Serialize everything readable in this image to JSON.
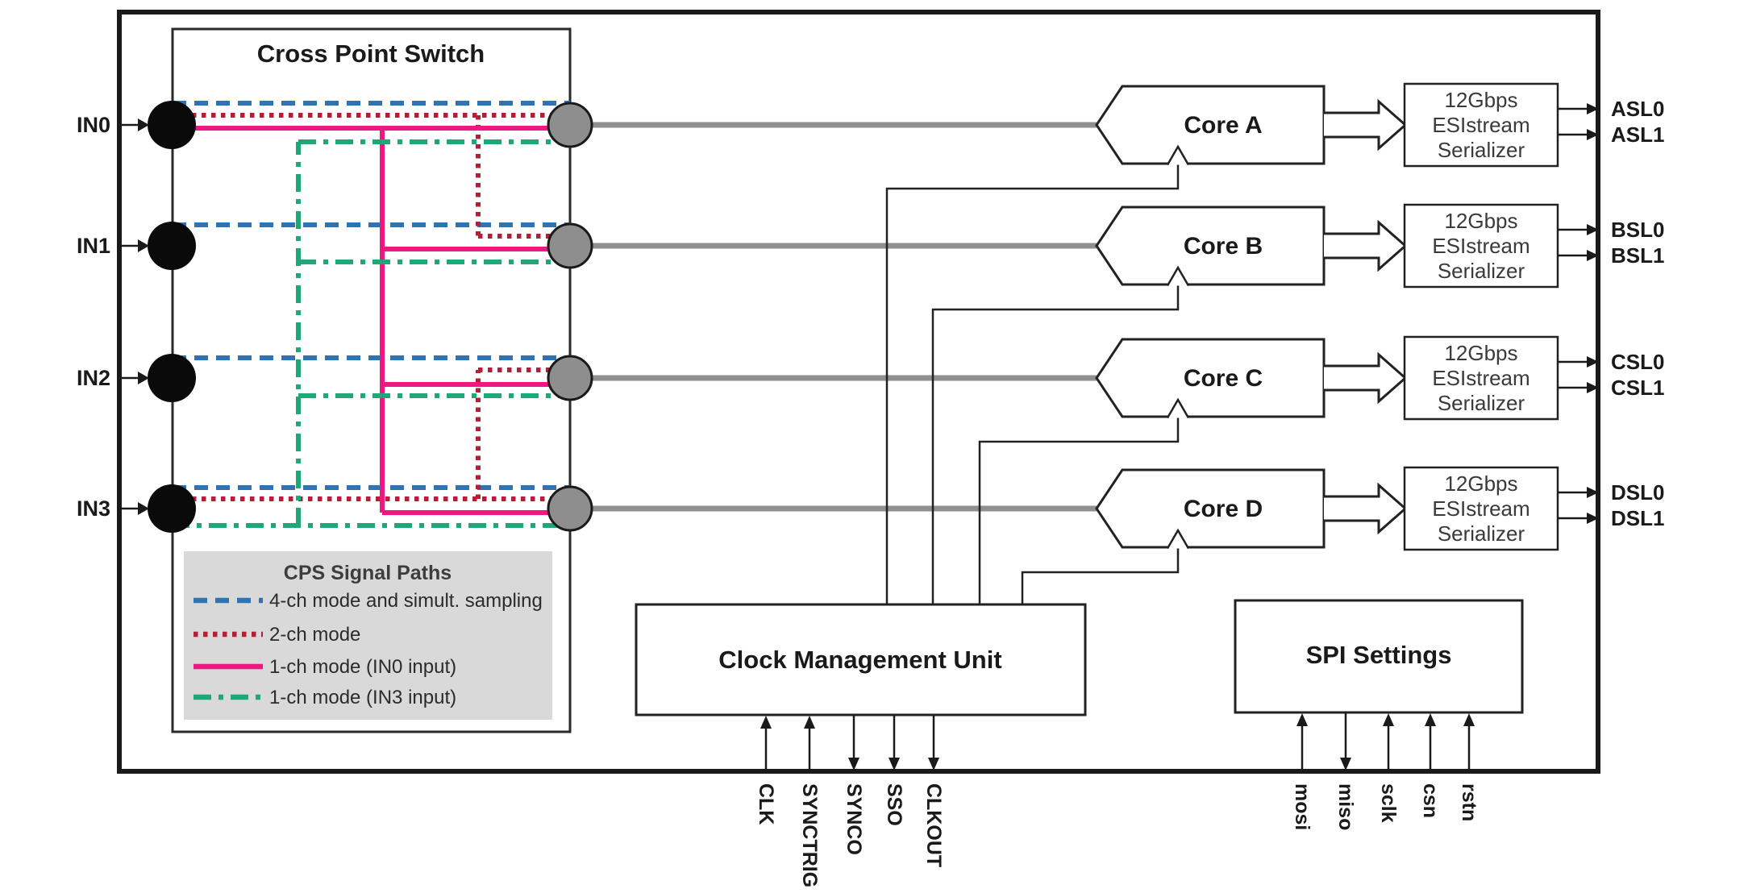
{
  "colors": {
    "blue": "#2e74b5",
    "red": "#b22038",
    "pink": "#f01880",
    "green": "#1ea878",
    "gray_line": "#8f8f8f",
    "node_gray": "#8e8e8e",
    "legend_bg": "#d9d9d9"
  },
  "cps": {
    "title": "Cross Point Switch"
  },
  "inputs": [
    "IN0",
    "IN1",
    "IN2",
    "IN3"
  ],
  "legend": {
    "title": "CPS Signal Paths",
    "items": [
      {
        "label": "4-ch mode and simult. sampling",
        "style": "dashed",
        "color": "#2e74b5"
      },
      {
        "label": "2-ch mode",
        "style": "dotted",
        "color": "#b22038"
      },
      {
        "label": "1-ch mode (IN0 input)",
        "style": "solid",
        "color": "#f01880"
      },
      {
        "label": "1-ch mode (IN3 input)",
        "style": "dashdot",
        "color": "#1ea878"
      }
    ]
  },
  "cores": [
    {
      "label": "Core A",
      "outputs": [
        "ASL0",
        "ASL1"
      ]
    },
    {
      "label": "Core B",
      "outputs": [
        "BSL0",
        "BSL1"
      ]
    },
    {
      "label": "Core C",
      "outputs": [
        "CSL0",
        "CSL1"
      ]
    },
    {
      "label": "Core D",
      "outputs": [
        "DSL0",
        "DSL1"
      ]
    }
  ],
  "serializer": {
    "line1": "12Gbps",
    "line2": "ESIstream",
    "line3": "Serializer"
  },
  "cmu": {
    "title": "Clock Management Unit",
    "pins": [
      {
        "label": "CLK",
        "dir": "in"
      },
      {
        "label": "SYNCTRIG",
        "dir": "in"
      },
      {
        "label": "SYNCO",
        "dir": "out"
      },
      {
        "label": "SSO",
        "dir": "out"
      },
      {
        "label": "CLKOUT",
        "dir": "out"
      }
    ]
  },
  "spi": {
    "title": "SPI Settings",
    "pins": [
      {
        "label": "mosi",
        "dir": "in"
      },
      {
        "label": "miso",
        "dir": "out"
      },
      {
        "label": "sclk",
        "dir": "in"
      },
      {
        "label": "csn",
        "dir": "in"
      },
      {
        "label": "rstn",
        "dir": "in"
      }
    ]
  }
}
